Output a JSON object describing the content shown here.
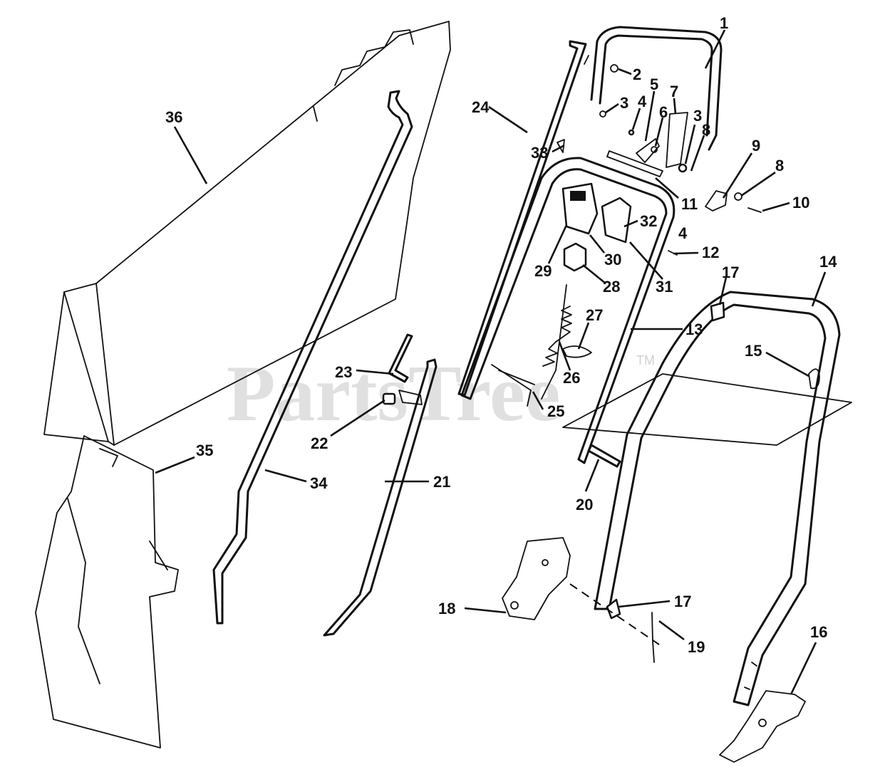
{
  "watermark": {
    "text": "PartsTree",
    "trademark": "TM"
  },
  "callouts": {
    "c1": "1",
    "c2": "2",
    "c3a": "3",
    "c3b": "3",
    "c4a": "4",
    "c4b": "4",
    "c5": "5",
    "c6": "6",
    "c7": "7",
    "c8a": "8",
    "c8b": "8",
    "c9": "9",
    "c10": "10",
    "c11": "11",
    "c12": "12",
    "c13": "13",
    "c14": "14",
    "c15": "15",
    "c16": "16",
    "c17a": "17",
    "c17b": "17",
    "c18": "18",
    "c19": "19",
    "c20": "20",
    "c21": "21",
    "c22": "22",
    "c23": "23",
    "c24": "24",
    "c25": "25",
    "c26": "26",
    "c27": "27",
    "c28": "28",
    "c29": "29",
    "c30": "30",
    "c31": "31",
    "c32": "32",
    "c33": "33",
    "c34": "34",
    "c35": "35",
    "c36": "36"
  },
  "colors": {
    "ink": "#111111",
    "paper": "#ffffff",
    "watermark": "#d6d6d6"
  }
}
